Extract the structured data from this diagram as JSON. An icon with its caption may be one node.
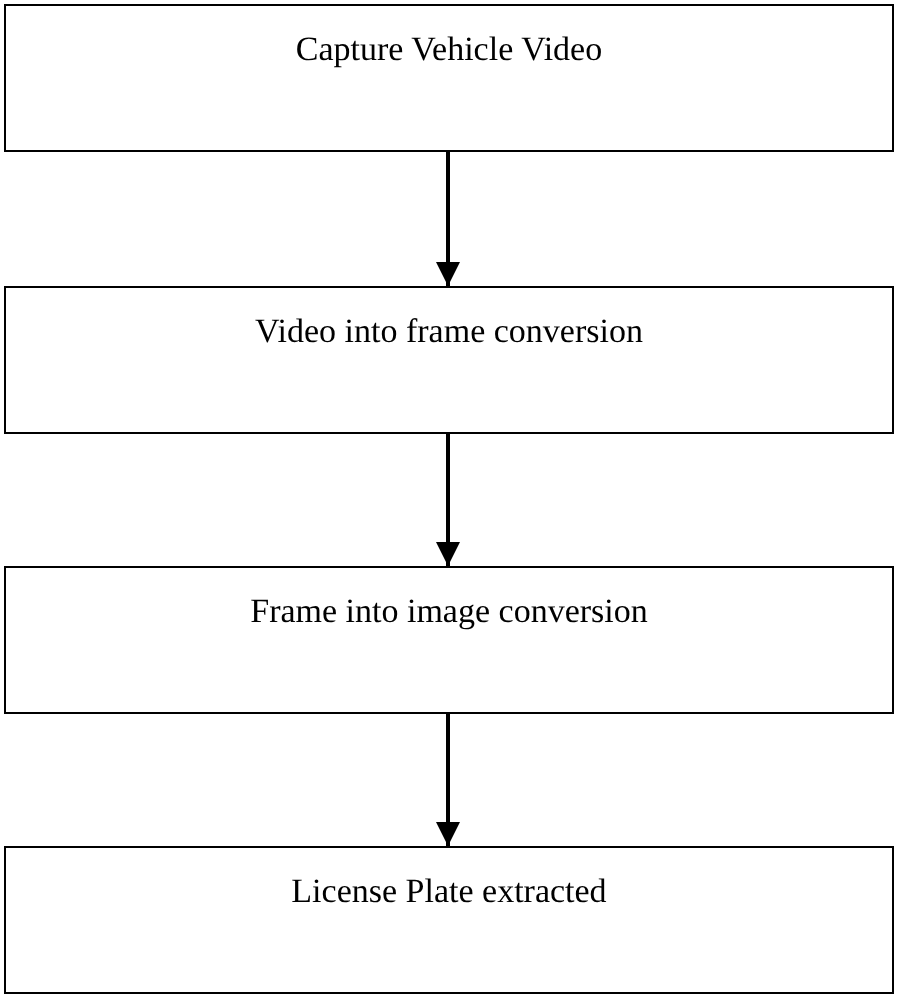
{
  "diagram": {
    "nodes": [
      {
        "text": [
          "Capture Vehicle Video"
        ]
      },
      {
        "text": [
          "Video into frame conversion"
        ]
      },
      {
        "text": [
          "Frame into image conversion"
        ]
      },
      {
        "text": [
          "License Plate extracted"
        ]
      }
    ],
    "edges": [
      {
        "from": 0,
        "to": 1,
        "arrow": "to"
      },
      {
        "from": 1,
        "to": 2,
        "arrow": "to"
      },
      {
        "from": 2,
        "to": 3,
        "arrow": "to"
      }
    ]
  }
}
